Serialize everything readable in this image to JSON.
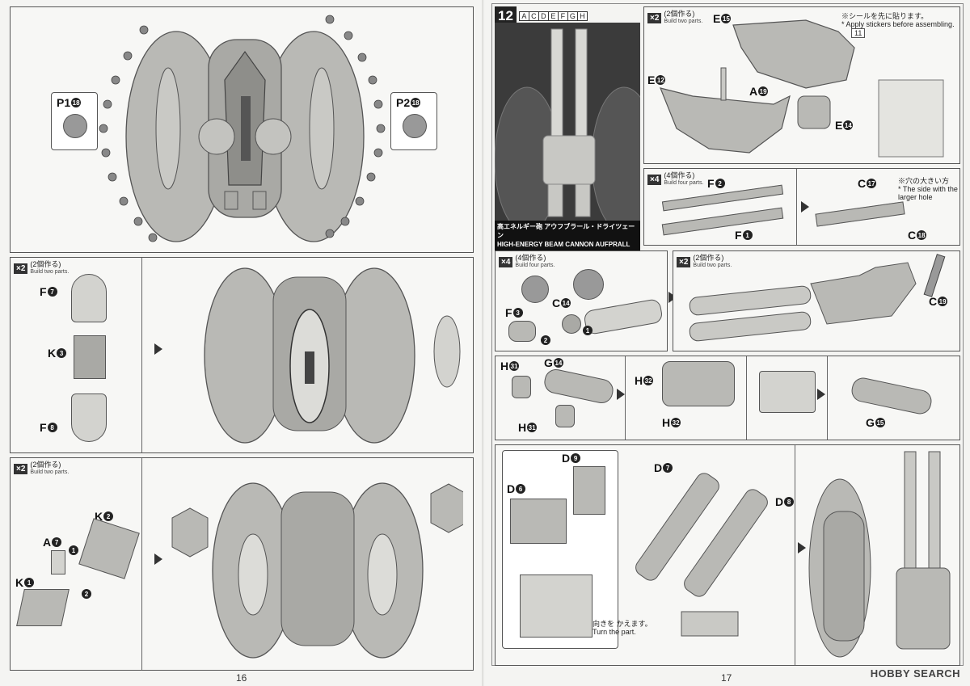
{
  "left_page": {
    "page_number": "16",
    "top_panel": {
      "labels": {
        "p1": "P1",
        "p1_num": "18",
        "p2": "P2",
        "p2_num": "18"
      }
    },
    "panel2": {
      "badge": {
        "multiplier": "×2",
        "jp": "(2個作る)",
        "en": "Build two parts."
      },
      "labels": {
        "f7": "F",
        "f7_num": "7",
        "k3": "K",
        "k3_num": "3",
        "f8": "F",
        "f8_num": "8"
      }
    },
    "panel3": {
      "badge": {
        "multiplier": "×2",
        "jp": "(2個作る)",
        "en": "Build two parts."
      },
      "labels": {
        "k2": "K",
        "k2_num": "2",
        "a7": "A",
        "a7_num": "7",
        "k1": "K",
        "k1_num": "1",
        "step1": "1",
        "step2": "2"
      }
    }
  },
  "right_page": {
    "page_number": "17",
    "step": {
      "number": "12",
      "runners": [
        "A",
        "C",
        "D",
        "E",
        "F",
        "G",
        "H"
      ],
      "caption_jp": "高エネルギー砲 アウフブラール・ドライツェーン",
      "caption_en": "HIGH-ENERGY BEAM CANNON AUFPRALL DREIZEHN"
    },
    "panel_a": {
      "badge": {
        "multiplier": "×2",
        "jp": "(2個作る)",
        "en": "Build two parts."
      },
      "note_jp": "※シールを先に貼ります。",
      "note_en": "* Apply stickers before assembling.",
      "sticker_ref": "11",
      "labels": {
        "e15": "E",
        "e15_num": "15",
        "e12": "E",
        "e12_num": "12",
        "a19": "A",
        "a19_num": "19",
        "e14": "E",
        "e14_num": "14"
      }
    },
    "panel_b": {
      "badge": {
        "multiplier": "×4",
        "jp": "(4個作る)",
        "en": "Build four parts."
      },
      "note_jp": "※穴の大きい方",
      "note_en": "* The side with the larger hole",
      "labels": {
        "f2": "F",
        "f2_num": "2",
        "f1": "F",
        "f1_num": "1",
        "c17": "C",
        "c17_num": "17",
        "c18": "C",
        "c18_num": "18"
      }
    },
    "panel_c": {
      "badge": {
        "multiplier": "×4",
        "jp": "(4個作る)",
        "en": "Build four parts."
      },
      "labels": {
        "f3": "F",
        "f3_num": "3",
        "c14": "C",
        "c14_num": "14",
        "step1": "1",
        "step2": "2"
      }
    },
    "panel_d": {
      "badge": {
        "multiplier": "×2",
        "jp": "(2個作る)",
        "en": "Build two parts."
      },
      "labels": {
        "c19": "C",
        "c19_num": "19"
      }
    },
    "panel_e": {
      "labels": {
        "h31": "H",
        "h31_num": "31",
        "g14": "G",
        "g14_num": "14",
        "h31b": "H",
        "h31b_num": "31",
        "h32": "H",
        "h32_num": "32",
        "h32b": "H",
        "h32b_num": "32",
        "g15": "G",
        "g15_num": "15"
      }
    },
    "panel_f": {
      "labels": {
        "d9": "D",
        "d9_num": "9",
        "d6": "D",
        "d6_num": "6",
        "d7": "D",
        "d7_num": "7",
        "d8": "D",
        "d8_num": "8"
      },
      "turn_jp": "向きを かえます。",
      "turn_en": "Turn the part."
    }
  },
  "watermark": "HOBBY SEARCH",
  "colors": {
    "part_gray": "#b9b9b5",
    "line": "#555555",
    "badge": "#333333"
  }
}
